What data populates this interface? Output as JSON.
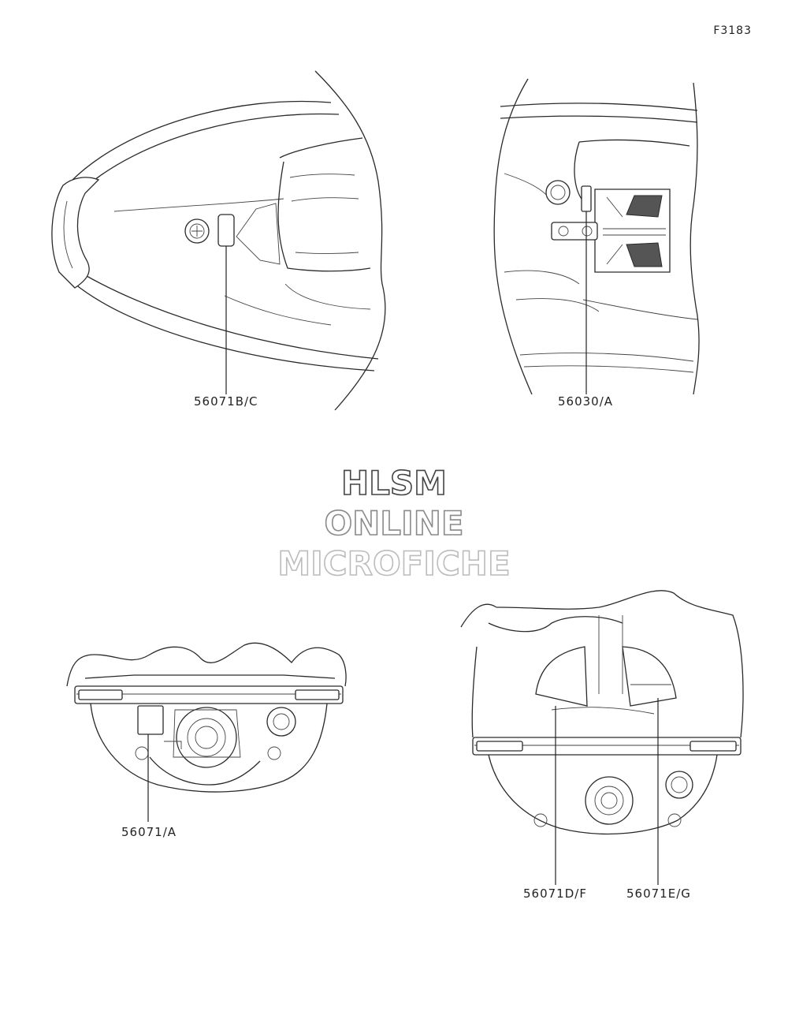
{
  "figure_id": "F3183",
  "watermark": {
    "line1": "HLSM",
    "line2": "ONLINE",
    "line3": "MICROFICHE"
  },
  "callouts": [
    {
      "id": "c1",
      "label": "56071B/C"
    },
    {
      "id": "c2",
      "label": "56030/A"
    },
    {
      "id": "c3",
      "label": "56071/A"
    },
    {
      "id": "c4",
      "label": "56071D/F"
    },
    {
      "id": "c5",
      "label": "56071E/G"
    }
  ],
  "views": {
    "top_left": "bow-deck-view",
    "top_right": "rear-deck-view",
    "bottom_left": "stern-view",
    "bottom_right": "rear-seat-view"
  }
}
